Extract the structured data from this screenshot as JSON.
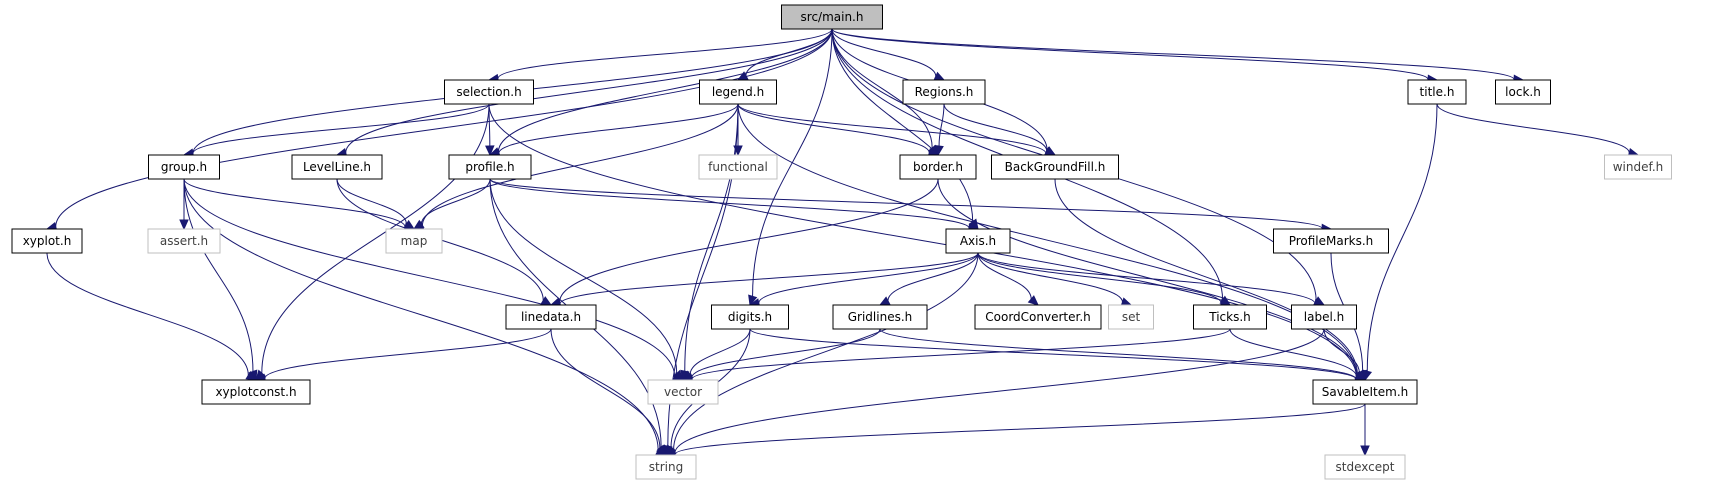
{
  "graph": {
    "nodes": [
      {
        "id": "main",
        "label": "src/main.h",
        "kind": "root"
      },
      {
        "id": "selection",
        "label": "selection.h",
        "kind": "local"
      },
      {
        "id": "legend",
        "label": "legend.h",
        "kind": "local"
      },
      {
        "id": "regions",
        "label": "Regions.h",
        "kind": "local"
      },
      {
        "id": "title",
        "label": "title.h",
        "kind": "local"
      },
      {
        "id": "lock",
        "label": "lock.h",
        "kind": "local"
      },
      {
        "id": "group",
        "label": "group.h",
        "kind": "local"
      },
      {
        "id": "levelline",
        "label": "LevelLine.h",
        "kind": "local"
      },
      {
        "id": "profile",
        "label": "profile.h",
        "kind": "local"
      },
      {
        "id": "functional",
        "label": "functional",
        "kind": "std"
      },
      {
        "id": "border",
        "label": "border.h",
        "kind": "local"
      },
      {
        "id": "backgroundfill",
        "label": "BackGroundFill.h",
        "kind": "local"
      },
      {
        "id": "windef",
        "label": "windef.h",
        "kind": "std"
      },
      {
        "id": "xyplot",
        "label": "xyplot.h",
        "kind": "local"
      },
      {
        "id": "assert",
        "label": "assert.h",
        "kind": "std"
      },
      {
        "id": "map",
        "label": "map",
        "kind": "std"
      },
      {
        "id": "axis",
        "label": "Axis.h",
        "kind": "local"
      },
      {
        "id": "profilemarks",
        "label": "ProfileMarks.h",
        "kind": "local"
      },
      {
        "id": "linedata",
        "label": "linedata.h",
        "kind": "local"
      },
      {
        "id": "digits",
        "label": "digits.h",
        "kind": "local"
      },
      {
        "id": "gridlines",
        "label": "Gridlines.h",
        "kind": "local"
      },
      {
        "id": "coordconverter",
        "label": "CoordConverter.h",
        "kind": "local"
      },
      {
        "id": "set",
        "label": "set",
        "kind": "std"
      },
      {
        "id": "ticks",
        "label": "Ticks.h",
        "kind": "local"
      },
      {
        "id": "label",
        "label": "label.h",
        "kind": "local"
      },
      {
        "id": "xyplotconst",
        "label": "xyplotconst.h",
        "kind": "local"
      },
      {
        "id": "vector",
        "label": "vector",
        "kind": "std"
      },
      {
        "id": "savableitem",
        "label": "SavableItem.h",
        "kind": "local"
      },
      {
        "id": "string",
        "label": "string",
        "kind": "std"
      },
      {
        "id": "stdexcept",
        "label": "stdexcept",
        "kind": "std"
      }
    ],
    "edges": [
      [
        "main",
        "selection"
      ],
      [
        "main",
        "legend"
      ],
      [
        "main",
        "regions"
      ],
      [
        "main",
        "title"
      ],
      [
        "main",
        "lock"
      ],
      [
        "main",
        "group"
      ],
      [
        "main",
        "levelline"
      ],
      [
        "main",
        "profile"
      ],
      [
        "main",
        "border"
      ],
      [
        "main",
        "backgroundfill"
      ],
      [
        "main",
        "xyplot"
      ],
      [
        "main",
        "axis"
      ],
      [
        "main",
        "digits"
      ],
      [
        "main",
        "ticks"
      ],
      [
        "main",
        "label"
      ],
      [
        "selection",
        "group"
      ],
      [
        "selection",
        "profile"
      ],
      [
        "selection",
        "xyplotconst"
      ],
      [
        "selection",
        "savableitem"
      ],
      [
        "legend",
        "profile"
      ],
      [
        "legend",
        "functional"
      ],
      [
        "legend",
        "border"
      ],
      [
        "legend",
        "backgroundfill"
      ],
      [
        "legend",
        "map"
      ],
      [
        "legend",
        "vector"
      ],
      [
        "legend",
        "string"
      ],
      [
        "legend",
        "savableitem"
      ],
      [
        "regions",
        "border"
      ],
      [
        "regions",
        "backgroundfill"
      ],
      [
        "title",
        "windef"
      ],
      [
        "title",
        "savableitem"
      ],
      [
        "group",
        "assert"
      ],
      [
        "group",
        "map"
      ],
      [
        "group",
        "vector"
      ],
      [
        "group",
        "string"
      ],
      [
        "group",
        "xyplotconst"
      ],
      [
        "levelline",
        "map"
      ],
      [
        "levelline",
        "linedata"
      ],
      [
        "profile",
        "map"
      ],
      [
        "profile",
        "axis"
      ],
      [
        "profile",
        "profilemarks"
      ],
      [
        "profile",
        "vector"
      ],
      [
        "profile",
        "string"
      ],
      [
        "border",
        "linedata"
      ],
      [
        "border",
        "savableitem"
      ],
      [
        "backgroundfill",
        "savableitem"
      ],
      [
        "xyplot",
        "xyplotconst"
      ],
      [
        "axis",
        "linedata"
      ],
      [
        "axis",
        "digits"
      ],
      [
        "axis",
        "gridlines"
      ],
      [
        "axis",
        "coordconverter"
      ],
      [
        "axis",
        "set"
      ],
      [
        "axis",
        "ticks"
      ],
      [
        "axis",
        "label"
      ],
      [
        "axis",
        "string"
      ],
      [
        "profilemarks",
        "savableitem"
      ],
      [
        "linedata",
        "xyplotconst"
      ],
      [
        "linedata",
        "string"
      ],
      [
        "digits",
        "vector"
      ],
      [
        "digits",
        "string"
      ],
      [
        "digits",
        "savableitem"
      ],
      [
        "gridlines",
        "vector"
      ],
      [
        "gridlines",
        "savableitem"
      ],
      [
        "ticks",
        "vector"
      ],
      [
        "ticks",
        "savableitem"
      ],
      [
        "label",
        "savableitem"
      ],
      [
        "label",
        "string"
      ],
      [
        "savableitem",
        "string"
      ],
      [
        "savableitem",
        "stdexcept"
      ]
    ]
  }
}
